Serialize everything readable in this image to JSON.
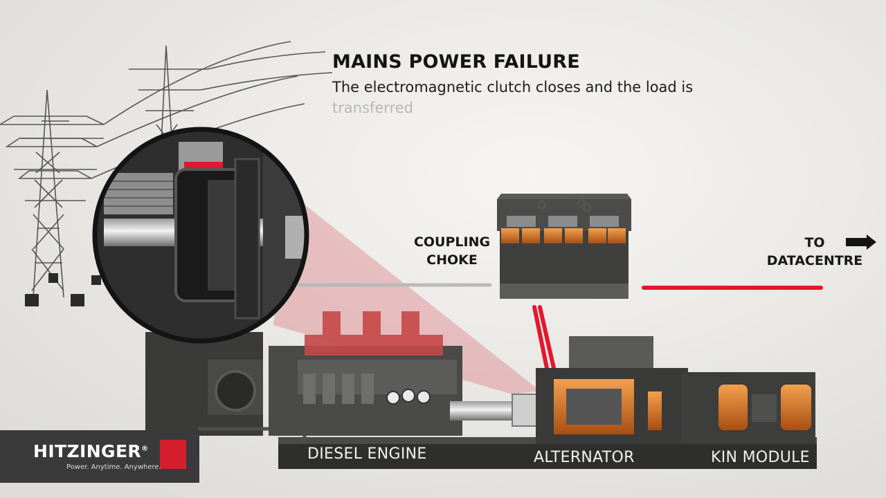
{
  "heading": {
    "title": "MAINS POWER FAILURE",
    "subtitle_line1": "The electromagnetic clutch closes and the load is",
    "subtitle_line2": "transferred"
  },
  "callouts": {
    "coupling_line1": "COUPLING",
    "coupling_line2": "CHOKE",
    "target_line1": "TO",
    "target_line2": "DATACENTRE"
  },
  "machine_labels": {
    "diesel": "DIESEL ENGINE",
    "alternator": "ALTERNATOR",
    "kin": "KIN MODULE"
  },
  "brand": {
    "name": "HITZINGER",
    "registered": "®",
    "tagline": "Power. Anytime. Anywhere.",
    "color": "#d41e2c"
  },
  "colors": {
    "highlight_red": "#e3172d",
    "copper": "#d9762a",
    "background": "#e9e8e5",
    "machine_dark": "#3b3b3a"
  }
}
